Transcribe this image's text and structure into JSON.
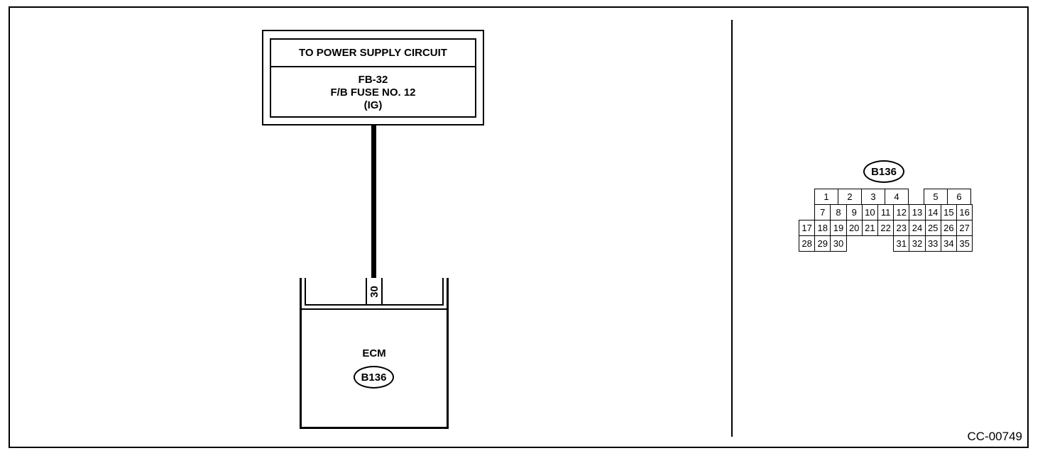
{
  "power_supply": {
    "title": "TO POWER SUPPLY CIRCUIT",
    "fuse_line1": "FB-32",
    "fuse_line2": "F/B FUSE NO. 12",
    "fuse_line3": "(IG)"
  },
  "ecm": {
    "pin": "30",
    "label": "ECM",
    "connector": "B136"
  },
  "connector_view": {
    "connector": "B136",
    "rows": [
      [
        "1",
        "2",
        "3",
        "4",
        "5",
        "6"
      ],
      [
        "7",
        "8",
        "9",
        "10",
        "11",
        "12",
        "13",
        "14",
        "15",
        "16"
      ],
      [
        "17",
        "18",
        "19",
        "20",
        "21",
        "22",
        "23",
        "24",
        "25",
        "26",
        "27"
      ],
      [
        "28",
        "29",
        "30",
        "31",
        "32",
        "33",
        "34",
        "35"
      ]
    ]
  },
  "figure_code": "CC-00749"
}
